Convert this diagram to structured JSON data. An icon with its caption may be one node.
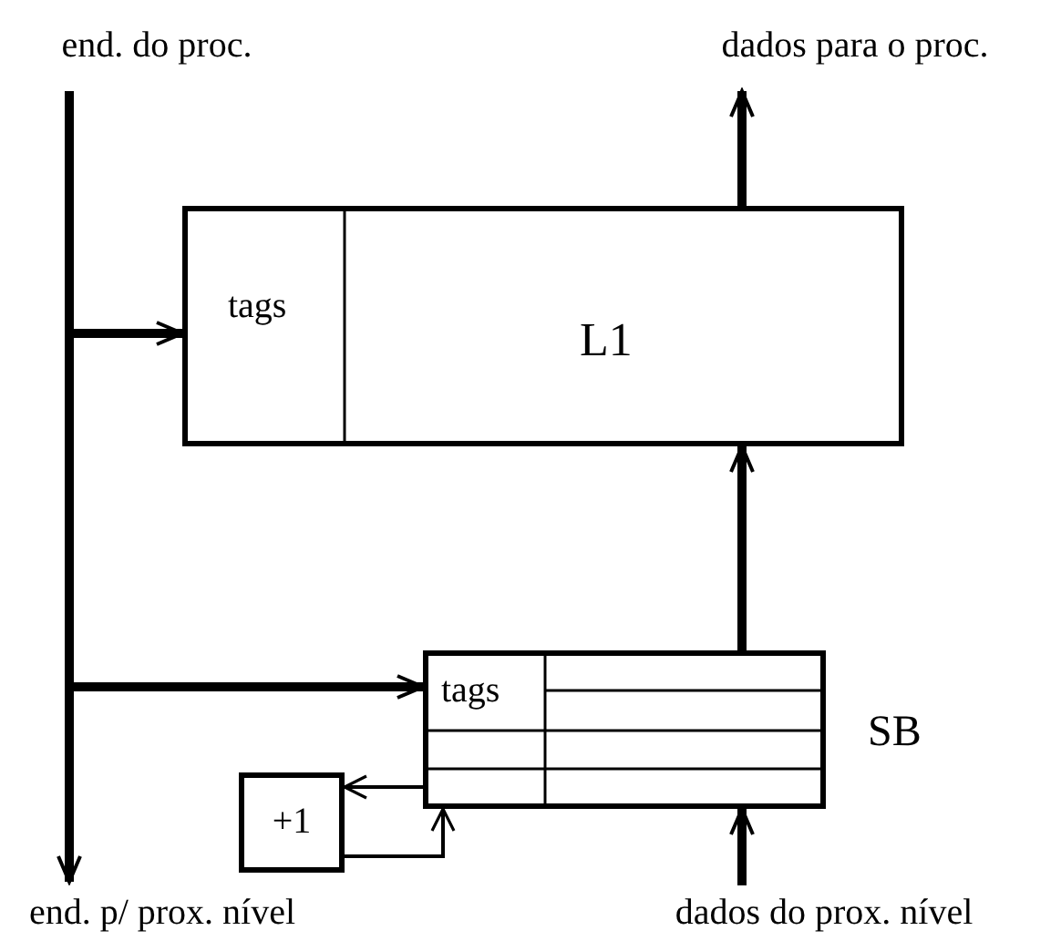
{
  "diagram": {
    "nodes": [
      {
        "text": [
          "end. do proc."
        ]
      },
      {
        "text": [
          "dados para o proc."
        ]
      },
      {
        "text": [
          "tags",
          "L1"
        ]
      },
      {
        "text": [
          "tags"
        ],
        "beside": [
          "SB"
        ]
      },
      {
        "text": [
          "+1"
        ]
      },
      {
        "text": [
          "end. p/ prox. nível"
        ]
      },
      {
        "text": [
          "dados do prox. nível"
        ]
      }
    ],
    "edges": [
      {
        "from": 0,
        "to": 5,
        "arrow": "to"
      },
      {
        "from": 0,
        "to": 2,
        "arrow": "to"
      },
      {
        "from": 0,
        "to": 3,
        "arrow": "to"
      },
      {
        "from": 2,
        "to": 1,
        "arrow": "to"
      },
      {
        "from": 3,
        "to": 2,
        "arrow": "to"
      },
      {
        "from": 6,
        "to": 3,
        "arrow": "to"
      },
      {
        "from": 3,
        "to": 4,
        "arrow": "to"
      },
      {
        "from": 4,
        "to": 3,
        "arrow": "to"
      }
    ]
  }
}
